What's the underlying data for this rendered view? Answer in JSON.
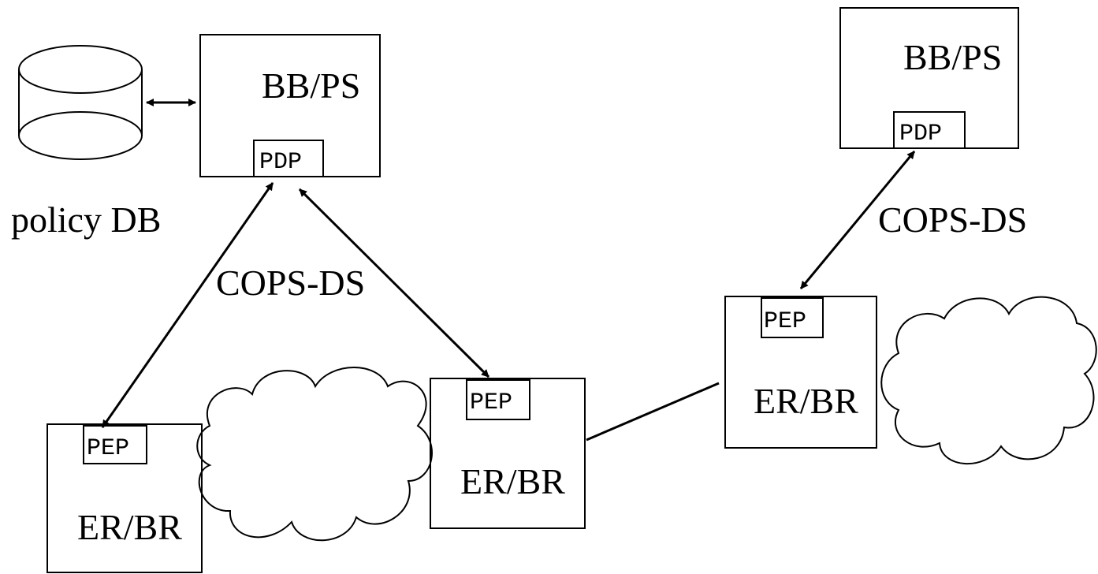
{
  "labels": {
    "bbps": "BB/PS",
    "pdp": "PDP",
    "pep": "PEP",
    "erbr": "ER/BR",
    "cops": "COPS-DS",
    "policy_db": "policy DB"
  }
}
